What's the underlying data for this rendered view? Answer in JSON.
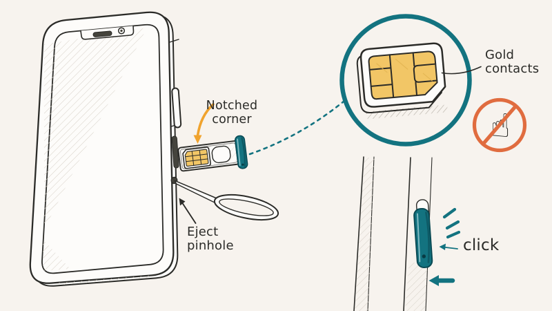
{
  "labels": {
    "notched_corner": {
      "line1": "Notched",
      "line2": "corner"
    },
    "eject_pinhole": {
      "line1": "Eject",
      "line2": "pinhole"
    },
    "gold_contacts": {
      "line1": "Gold",
      "line2": "contacts"
    },
    "click": "click"
  },
  "icons": {
    "no_touch_glyph": "☝"
  },
  "colors": {
    "background": "#f7f3ee",
    "paper": "#fdfcfa",
    "ink": "#2b2b28",
    "teal": "#137380",
    "teal_dark": "#0a4a54",
    "gold": "#f2c666",
    "gold_dark": "#e3b451",
    "orange_arrow": "#f0a32e",
    "prohibition": "#e06c3f"
  }
}
